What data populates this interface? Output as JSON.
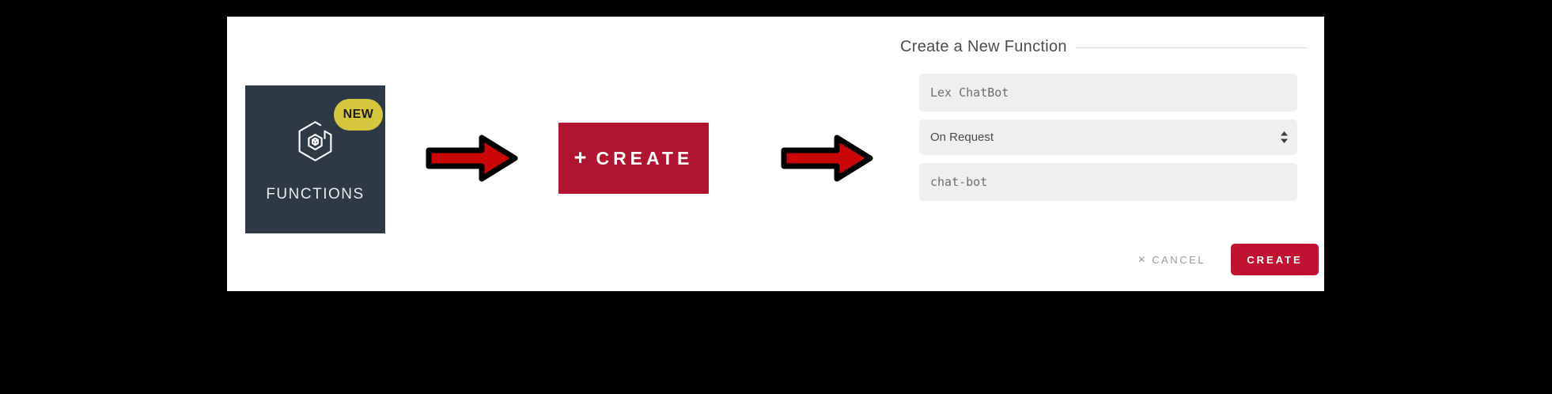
{
  "colors": {
    "canvas_bg": "#000000",
    "panel_bg": "#ffffff",
    "tile_bg": "#2d3a45",
    "badge_bg": "#d8c63e",
    "arrow_fill": "#cb0606",
    "arrow_outline": "#000000",
    "create_big_bg": "#b11430",
    "create_small_bg": "#c11331",
    "field_bg": "#efefef"
  },
  "tile": {
    "badge_label": "NEW",
    "label": "FUNCTIONS",
    "icon": "functions-hexagon-icon"
  },
  "flow": {
    "arrow_icon": "arrow-right-icon"
  },
  "create_big": {
    "plus": "+",
    "label": "CREATE"
  },
  "form": {
    "title": "Create a New Function",
    "fields": [
      {
        "value": "Lex ChatBot",
        "kind": "text"
      },
      {
        "value": "On Request",
        "kind": "select"
      },
      {
        "value": "chat-bot",
        "kind": "text"
      }
    ],
    "cancel_icon": "✕",
    "cancel_label": "CANCEL",
    "submit_label": "CREATE"
  }
}
